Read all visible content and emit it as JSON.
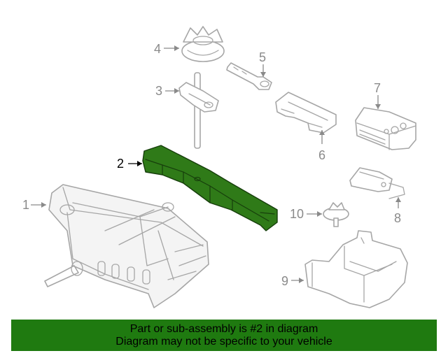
{
  "diagram": {
    "callouts": [
      {
        "number": "1"
      },
      {
        "number": "2"
      },
      {
        "number": "3"
      },
      {
        "number": "4"
      },
      {
        "number": "5"
      },
      {
        "number": "6"
      },
      {
        "number": "7"
      },
      {
        "number": "8"
      },
      {
        "number": "9"
      },
      {
        "number": "10"
      }
    ],
    "highlighted_part": "2"
  },
  "banner": {
    "line1": "Part or sub-assembly is #2 in diagram",
    "line2": "Diagram may not be specific to your vehicle",
    "background": "#1f7a10"
  },
  "colors": {
    "highlight": "#2f7a18",
    "outline": "#a6a6a6",
    "callout_text": "#8a8a8a"
  }
}
